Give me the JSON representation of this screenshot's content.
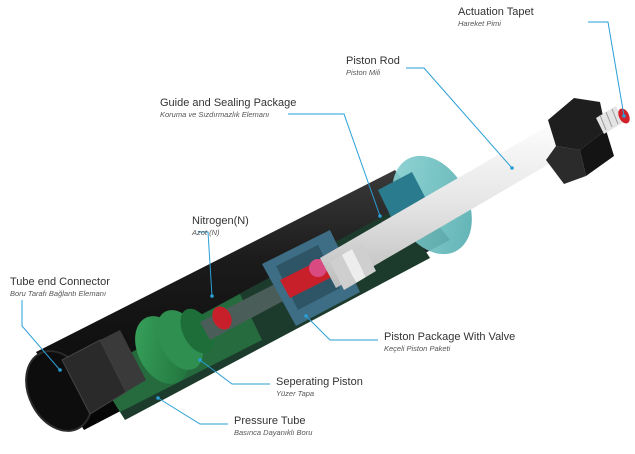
{
  "diagram": {
    "labels": {
      "actuation_tapet": {
        "en": "Actuation Tapet",
        "tr": "Hareket Pimi"
      },
      "piston_rod": {
        "en": "Piston Rod",
        "tr": "Piston Mili"
      },
      "guide_sealing": {
        "en": "Guide and Sealing Package",
        "tr": "Koruma ve Sızdırmazlık Elemanı"
      },
      "nitrogen": {
        "en": "Nitrogen(N)",
        "tr": "Azot (N)"
      },
      "tube_end_connector": {
        "en": "Tube end Connector",
        "tr": "Boru Tarafı Bağlantı Elemanı"
      },
      "piston_package": {
        "en": "Piston Package With Valve",
        "tr": "Keçeli Piston Paketi"
      },
      "separating_piston": {
        "en": "Seperating Piston",
        "tr": "Yüzer Tapa"
      },
      "pressure_tube": {
        "en": "Pressure Tube",
        "tr": "Basınca Dayanıklı Boru"
      }
    },
    "colors": {
      "leader_line": "#2a9fd6",
      "tube_body": "#151515",
      "rod": "#e8e8e8",
      "guide": "#6ec6c8",
      "nitrogen_chamber": "#2d8a4f",
      "separating_piston": "#1f7a3e",
      "valve": "#c8202a",
      "tapet": "#d0202a"
    }
  }
}
